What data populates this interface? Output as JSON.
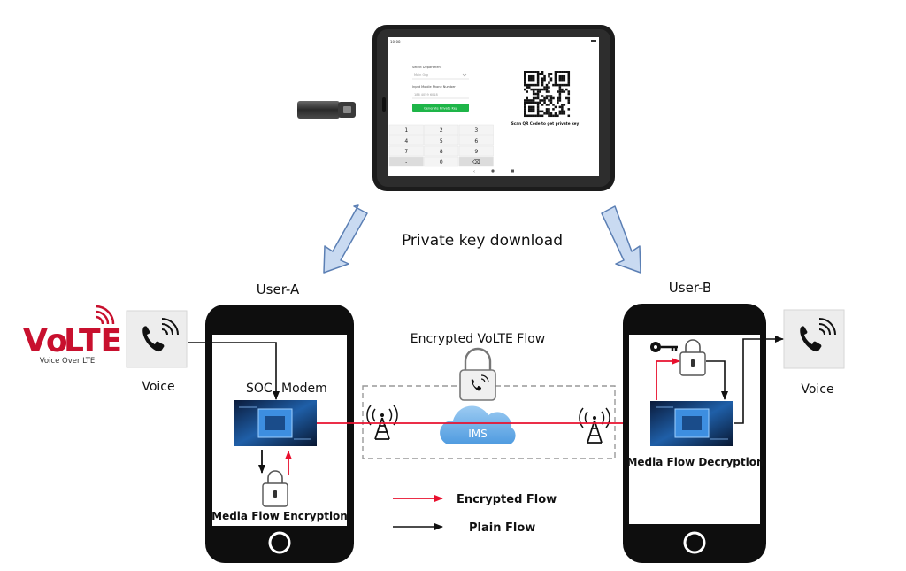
{
  "tablet": {
    "status_time": "10:08",
    "department_label": "Select Department",
    "department_value": "Main Org",
    "phone_label": "Input Mobile Phone Number",
    "phone_value": "186 4059 6018",
    "generate_button": "Generate Private Key",
    "qr_caption": "Scan QR Code to get private key",
    "keypad_keys": [
      "1",
      "2",
      "3",
      "4",
      "5",
      "6",
      "7",
      "8",
      "9",
      "-",
      "0",
      "⌫"
    ]
  },
  "labels": {
    "private_key_download": "Private key download",
    "user_a": "User-A",
    "user_b": "User-B",
    "encrypted_volte_flow": "Encrypted VoLTE Flow",
    "voice_left": "Voice",
    "voice_right": "Voice",
    "soc": "SOC",
    "modem": "Modem",
    "ims": "IMS",
    "media_flow_encryption": "Media Flow Encryption",
    "media_flow_decryption": "Media Flow Decryption"
  },
  "volte_logo": {
    "letters_vo": "Vo",
    "letters_lte": "LTE",
    "subtitle": "Voice Over LTE"
  },
  "legend": {
    "encrypted": "Encrypted Flow",
    "plain": "Plain Flow"
  },
  "colors": {
    "encrypted_flow": "#e8102e",
    "plain_flow": "#111111",
    "arrow_fill": "#c9daf1",
    "arrow_stroke": "#5b7fb4",
    "button_green": "#1eb548",
    "cloud": "#6aaee6"
  }
}
